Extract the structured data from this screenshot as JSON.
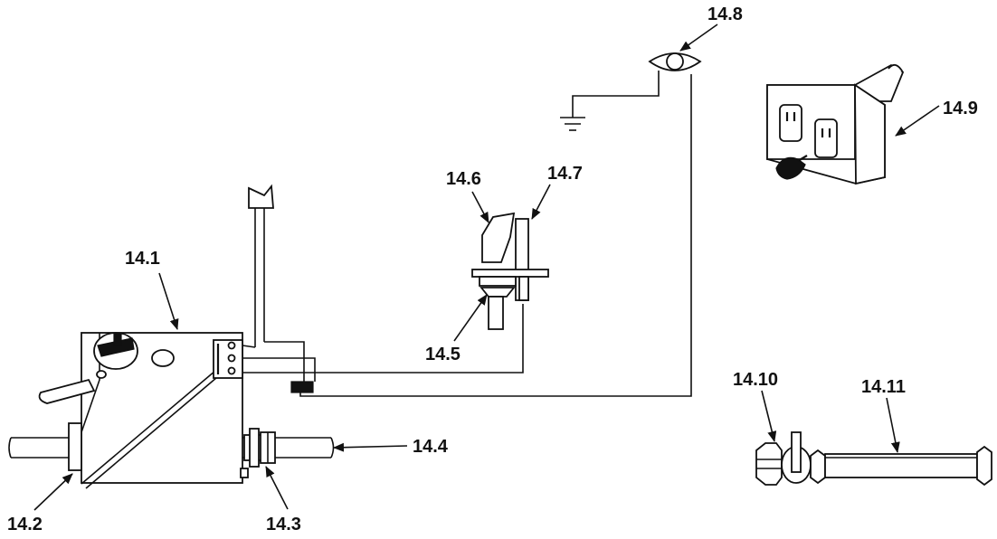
{
  "callouts": {
    "c14_1": "14.1",
    "c14_2": "14.2",
    "c14_3": "14.3",
    "c14_4": "14.4",
    "c14_5": "14.5",
    "c14_6": "14.6",
    "c14_7": "14.7",
    "c14_8": "14.8",
    "c14_9": "14.9",
    "c14_10": "14.10",
    "c14_11": "14.11"
  },
  "colors": {
    "line": "#111111",
    "fill": "#ffffff"
  }
}
